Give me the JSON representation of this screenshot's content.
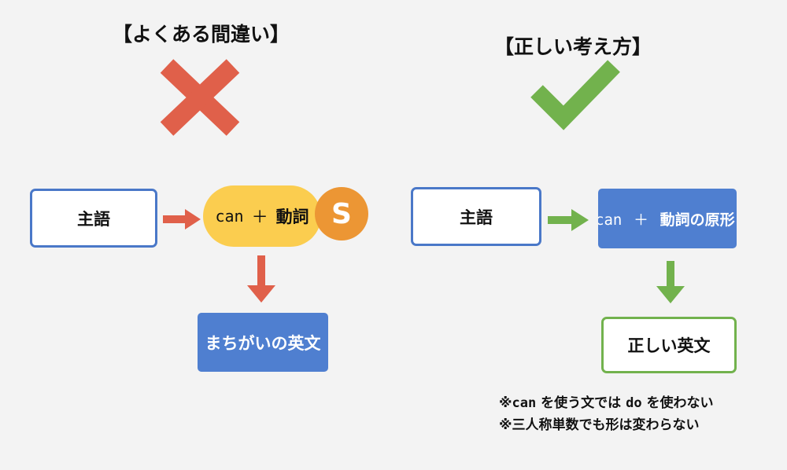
{
  "left": {
    "title": "【よくある間違い】",
    "subject_label": "主語",
    "pill_can": "can",
    "pill_plus": "＋",
    "pill_verb": "動詞",
    "badge_label": "S",
    "result_label": "まちがいの英文"
  },
  "right": {
    "title": "【正しい考え方】",
    "subject_label": "主語",
    "verb_can": "can",
    "verb_plus": "＋",
    "verb_rest": "動詞の原形",
    "result_label": "正しい英文",
    "notes": [
      {
        "prefix": "※",
        "code": "can",
        "middle": " を使う文では ",
        "code2": "do",
        "suffix": " を使わない"
      },
      {
        "prefix": "※三人称単数でも形は変わらない"
      }
    ]
  },
  "colors": {
    "cross": "#e0604a",
    "check": "#72b24d",
    "arrow_red": "#e0604a",
    "arrow_green": "#72b24d",
    "blue": "#4f7fd0",
    "yellow": "#fbcd4f",
    "orange": "#ec9634"
  },
  "icons": {
    "left_mark": "cross-icon",
    "right_mark": "check-icon"
  }
}
